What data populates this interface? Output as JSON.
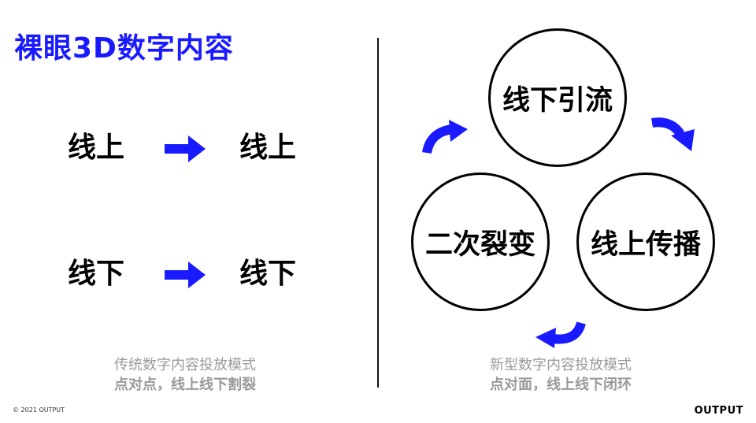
{
  "title": "裸眼3D数字内容",
  "left": {
    "rows": [
      {
        "from": "线上",
        "to": "线上"
      },
      {
        "from": "线下",
        "to": "线下"
      }
    ],
    "caption": {
      "line1": "传统数字内容投放模式",
      "line2": "点对点，线上线下割裂"
    }
  },
  "right": {
    "circles": {
      "top": "线下引流",
      "left": "二次裂变",
      "right": "线上传播"
    },
    "caption": {
      "line1": "新型数字内容投放模式",
      "line2": "点对面，线上线下闭环"
    }
  },
  "footer": {
    "copyright": "© 2021 OUTPUT",
    "brand": "OUTPUT"
  },
  "colors": {
    "accent": "#1a1aff",
    "text": "#000000",
    "caption": "#9a9a9a"
  },
  "icons": {
    "flow_arrow": "arrow-right-icon",
    "cycle_arrow": "curved-arrow-icon"
  }
}
